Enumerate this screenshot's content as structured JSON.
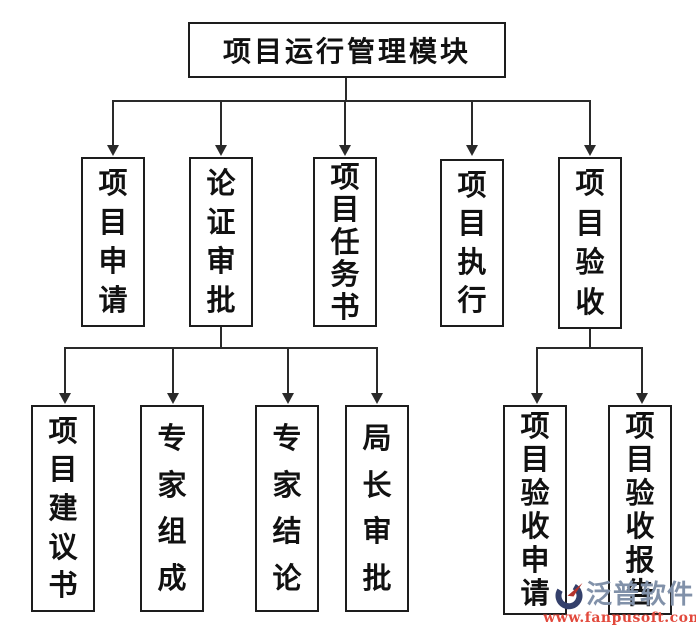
{
  "root": {
    "label": "项目运行管理模块"
  },
  "level2": [
    {
      "label": "项目申请"
    },
    {
      "label": "论证审批"
    },
    {
      "label": "项目任务书"
    },
    {
      "label": "项目执行"
    },
    {
      "label": "项目验收"
    }
  ],
  "level3": [
    {
      "label": "项目建议书"
    },
    {
      "label": "专家组成"
    },
    {
      "label": "专家结论"
    },
    {
      "label": "局长审批"
    },
    {
      "label": "项目验收申请"
    },
    {
      "label": "项目验收报告"
    }
  ],
  "watermark": {
    "brand": "泛普软件",
    "url": "www.fanpusoft.com"
  },
  "colors": {
    "line": "#2a2a2a",
    "border": "#1d1d1d",
    "text": "#111111",
    "background": "#ffffff",
    "watermark_brand": "#8191a9",
    "watermark_url": "#e2493c",
    "logo_blue": "#34406b",
    "logo_red": "#b5342c"
  }
}
